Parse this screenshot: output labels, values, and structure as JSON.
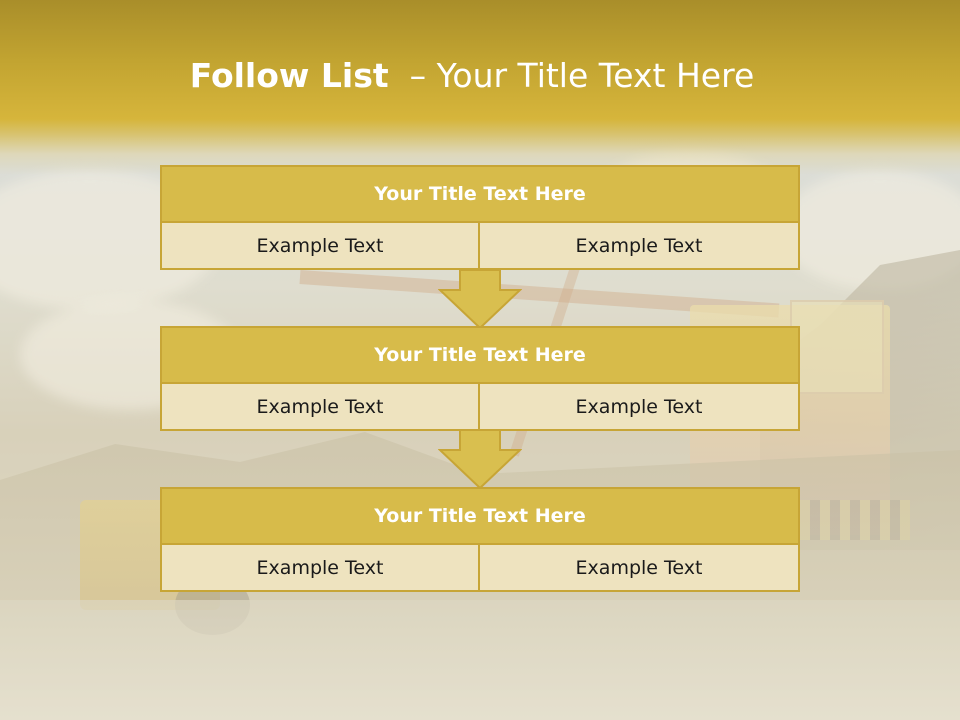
{
  "slide": {
    "title_bold": "Follow List",
    "title_rest": "  – Your Title Text Here"
  },
  "blocks": [
    {
      "title": "Your Title Text Here",
      "cells": [
        "Example Text",
        "Example Text"
      ]
    },
    {
      "title": "Your Title Text Here",
      "cells": [
        "Example Text",
        "Example Text"
      ]
    },
    {
      "title": "Your Title Text Here",
      "cells": [
        "Example Text",
        "Example Text"
      ]
    }
  ],
  "colors": {
    "header_gold": "#c2a431",
    "block_title_fill": "#d7bb4a",
    "block_cell_fill": "#eee3bf",
    "border_gold": "#c7a536",
    "arrow_fill": "#d9bf4f"
  },
  "background": {
    "icon": "mining-excavator-photo"
  }
}
